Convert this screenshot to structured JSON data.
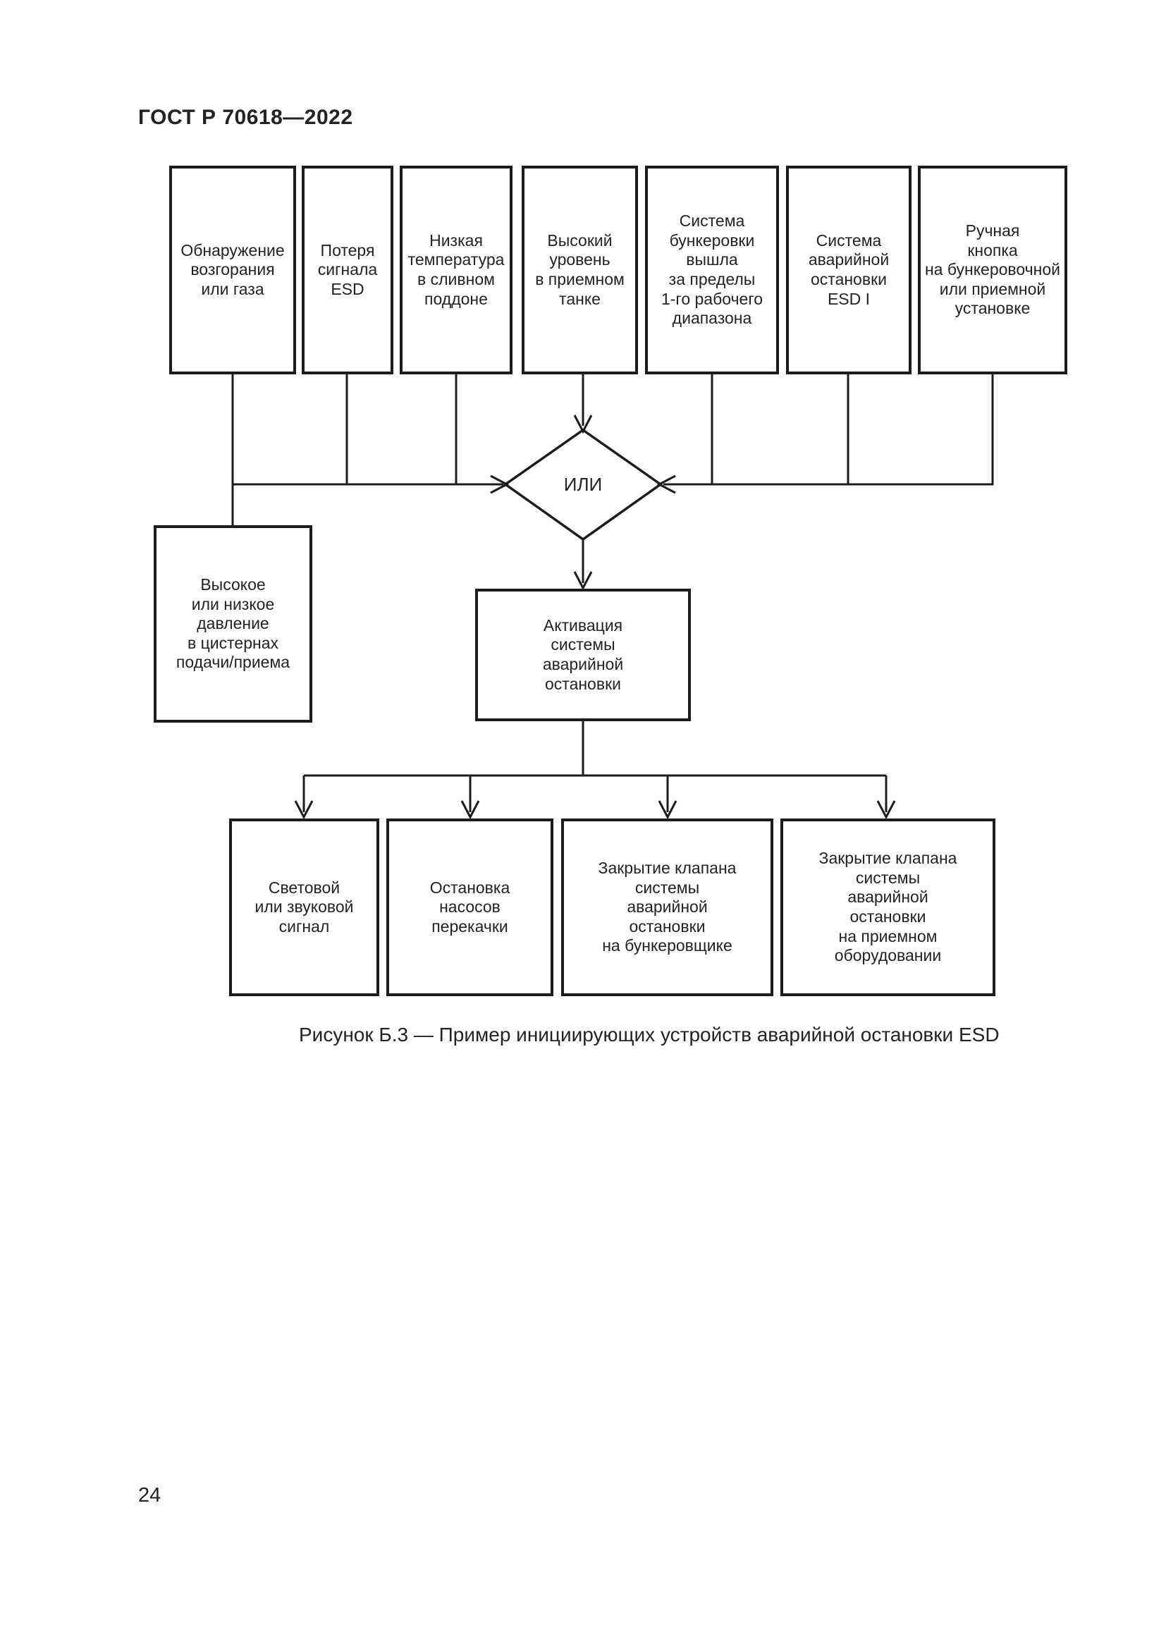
{
  "page": {
    "header": "ГОСТ Р 70618—2022",
    "caption": "Рисунок Б.3 — Пример инициирующих устройств аварийной остановки ESD",
    "page_number": "24"
  },
  "diagram": {
    "ink_color": "#1c1c1c",
    "gate": {
      "label": "ИЛИ"
    },
    "inputs": [
      {
        "label": "Обнаружение\nвозгорания\nили газа"
      },
      {
        "label": "Потеря\nсигнала\nESD"
      },
      {
        "label": "Низкая\nтемпература\nв сливном\nподдоне"
      },
      {
        "label": "Высокий\nуровень\nв приемном\nтанке"
      },
      {
        "label": "Система\nбункеровки\nвышла\nза пределы\n1-го рабочего\nдиапазона"
      },
      {
        "label": "Система\nаварийной\nостановки\nESD I"
      },
      {
        "label": "Ручная\nкнопка\nна бункеровочной\nили приемной\nустановке"
      }
    ],
    "side_input": {
      "label": "Высокое\nили низкое\nдавление\nв цистернах\nподачи/приема"
    },
    "action": {
      "label": "Активация\nсистемы\nаварийной\nостановки"
    },
    "outputs": [
      {
        "label": "Световой\nили звуковой\nсигнал"
      },
      {
        "label": "Остановка\nнасосов\nперекачки"
      },
      {
        "label": "Закрытие клапана\nсистемы\nаварийной\nостановки\nна бункеровщике"
      },
      {
        "label": "Закрытие клапана\nсистемы\nаварийной\nостановки\nна приемном\nоборудовании"
      }
    ]
  }
}
